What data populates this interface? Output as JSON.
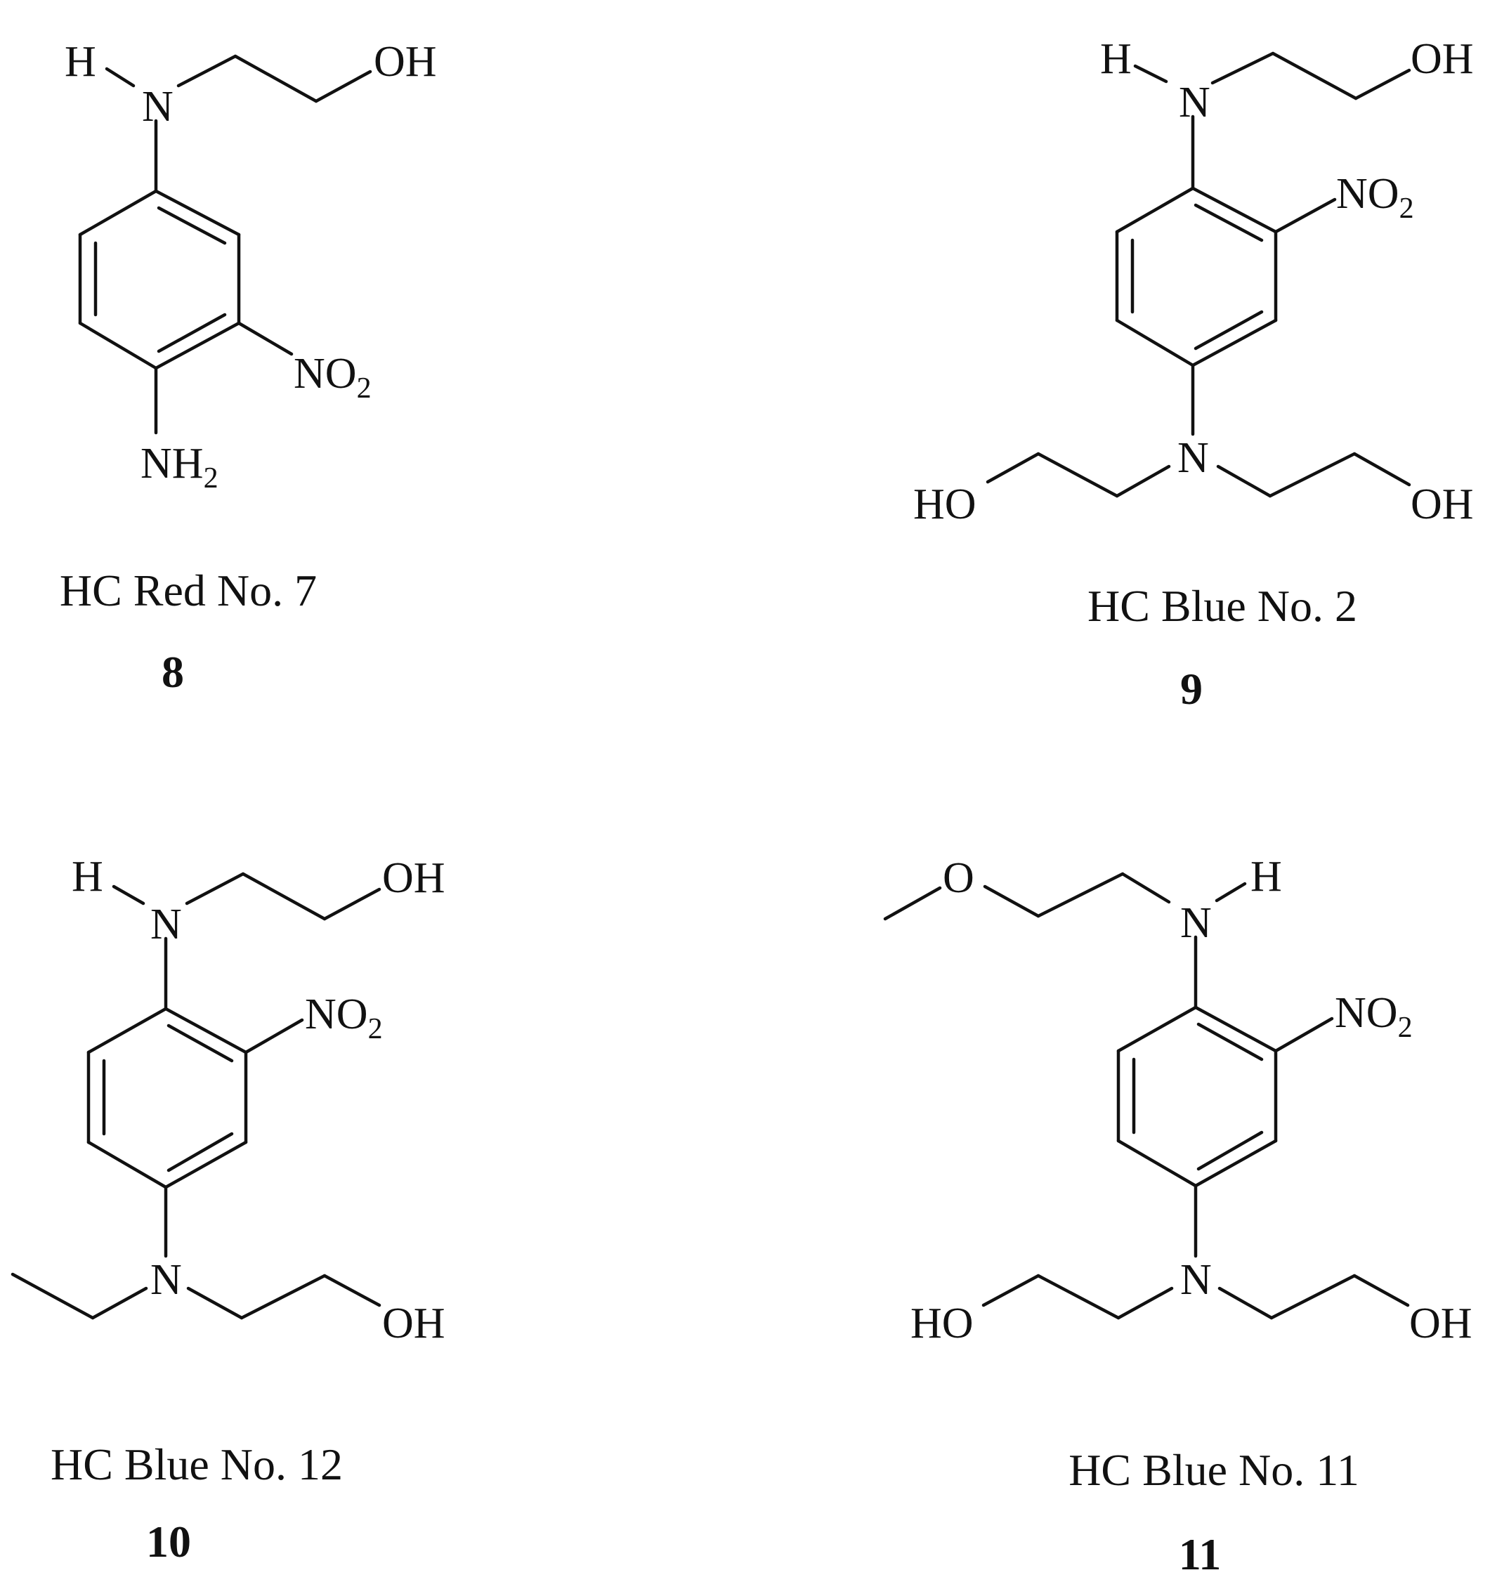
{
  "compounds": [
    {
      "name": "HC Red No. 7",
      "number": "8",
      "atoms": {
        "h": "H",
        "n_top": "N",
        "oh_top": "OH",
        "no2_main": "NO",
        "no2_sub": "2",
        "nh2_main": "NH",
        "nh2_sub": "2"
      }
    },
    {
      "name": "HC Blue No. 2",
      "number": "9",
      "atoms": {
        "h": "H",
        "n_top": "N",
        "oh_top": "OH",
        "no2_main": "NO",
        "no2_sub": "2",
        "n_bottom": "N",
        "ho_left": "HO",
        "oh_right": "OH"
      }
    },
    {
      "name": "HC Blue No. 12",
      "number": "10",
      "atoms": {
        "h": "H",
        "n_top": "N",
        "oh_top": "OH",
        "no2_main": "NO",
        "no2_sub": "2",
        "n_bottom": "N",
        "oh_right": "OH"
      }
    },
    {
      "name": "HC Blue No. 11",
      "number": "11",
      "atoms": {
        "o_methoxy": "O",
        "h": "H",
        "n_top": "N",
        "no2_main": "NO",
        "no2_sub": "2",
        "n_bottom": "N",
        "ho_left": "HO",
        "oh_right": "OH"
      }
    }
  ]
}
